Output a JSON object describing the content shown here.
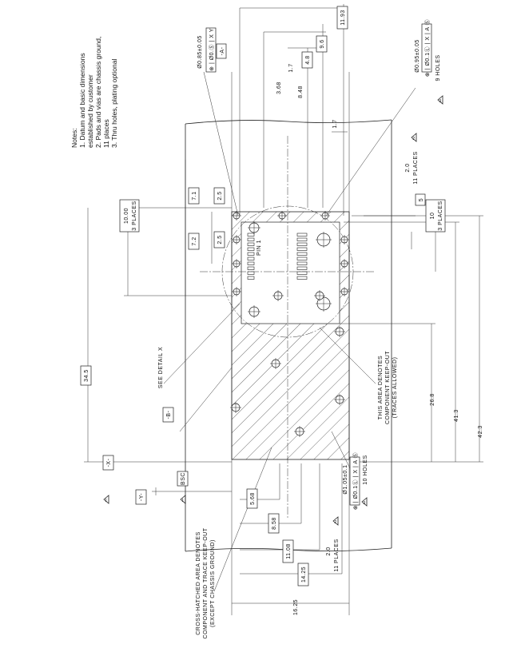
{
  "notes": {
    "title": "Notes:",
    "lines": [
      "1.  Datum and basic dimensions",
      "     established by customer",
      "2.  Pads and vias are chassis ground,",
      "     11 places",
      "3.  Thru holes, plating optional"
    ]
  },
  "dims": {
    "d11_93": "11.93",
    "d9_6": "9.6",
    "d4_8": "4.8",
    "d8_48": "8.48",
    "d3_68": "3.68",
    "d1_7a": "1.7",
    "d1_7b": "1.7",
    "d7_1": "7.1",
    "d2_5a": "2.5",
    "d7_2": "7.2",
    "d2_5b": "2.5",
    "d10_00": "10.00",
    "places3a": "3 PLACES",
    "d34_5": "34.5",
    "d5": "5",
    "d10": "10",
    "places3b": "3 PLACES",
    "d2_0a": "2.0",
    "places11a": "11 PLACES",
    "d26_8": "26.8",
    "d41_3": "41.3",
    "d42_3": "42.3",
    "d5_68": "5.68",
    "d8_58": "8.58",
    "d11_08": "11.08",
    "d14_25": "14.25",
    "d16_25": "16.25",
    "d2_0b": "2.0",
    "places11b": "11 PLACES"
  },
  "callouts": {
    "hole085": "Ø0.85±0.05",
    "fcf085": "⊕ | Ø0.Ⓢ | X Y",
    "datumA": "-A-",
    "hole095": "Ø0.95±0.05",
    "fcf095": "⊕ | Ø0.1Ⓛ | X | A Ⓢ",
    "holes9": "9 HOLES",
    "hole105": "Ø1.05±0.1",
    "fcf105": "⊕ | Ø0.1Ⓛ | X | A Ⓢ",
    "holes10": "10 HOLES",
    "pin1": "PIN 1",
    "keepout1": "THIS AREA DENOTES",
    "keepout2": "COMPONENT KEEP-OUT",
    "keepout3": "(TRACES ALLOWED)",
    "seeDetail": "SEE DETAIL X",
    "datumB": "-B-",
    "datumX": "-X-",
    "datumY": "-Y-",
    "bsc": "BSC",
    "hatch1": "CROSS-HATCHED AREA DENOTES",
    "hatch2": "COMPONENT AND TRACE KEEP-OUT",
    "hatch3": "(EXCEPT CHASSIS GROUND)",
    "tri1": "1",
    "tri2": "2",
    "tri3": "3"
  }
}
